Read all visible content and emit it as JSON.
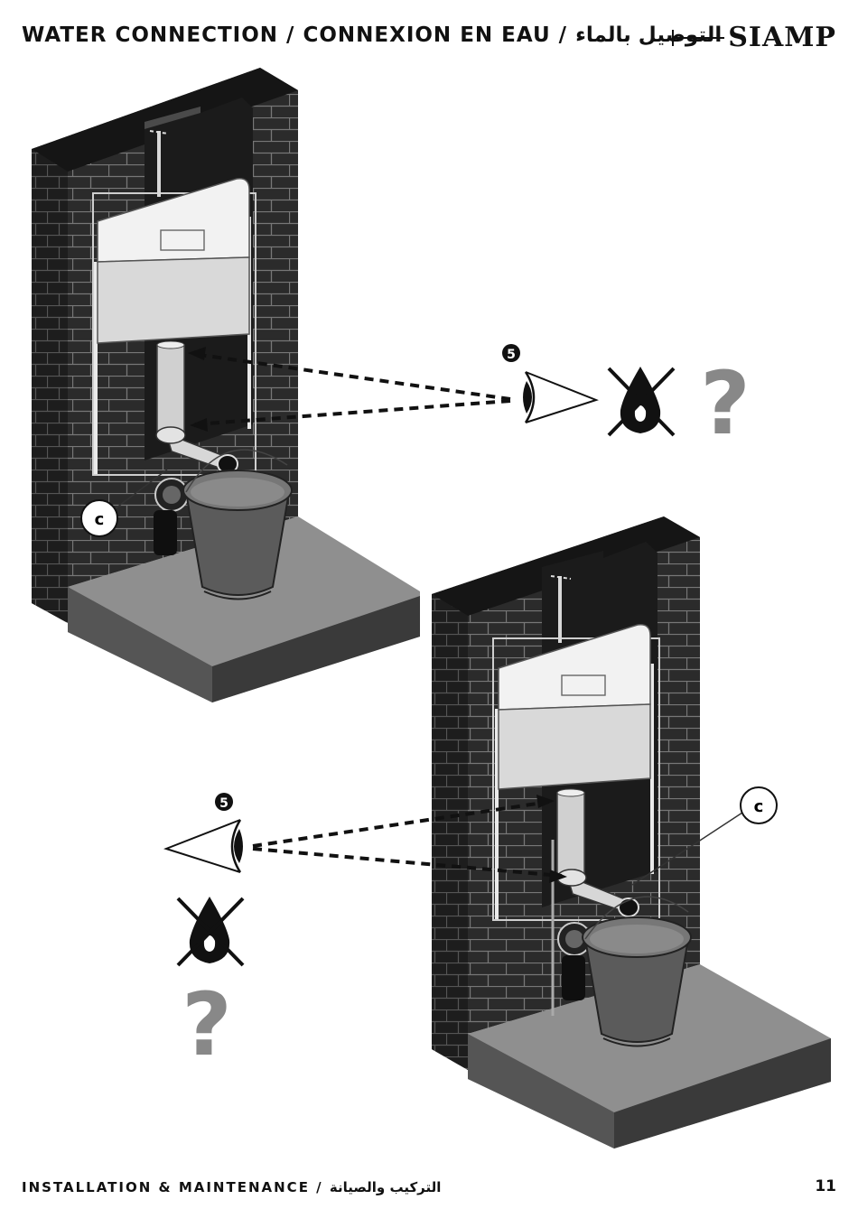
{
  "header": {
    "title": "WATER CONNECTION / CONNEXION EN EAU / التوصيل بالماء",
    "brand": "SIAMP"
  },
  "steps": {
    "top": {
      "callout_label": "c",
      "step_number": "5",
      "question_mark": "?"
    },
    "bottom": {
      "callout_label": "c",
      "step_number": "5",
      "question_mark": "?"
    }
  },
  "icons": [
    "eye-icon",
    "no-water-drop-icon",
    "question-mark-icon",
    "bucket-icon"
  ],
  "footer": {
    "label": "INSTALLATION & MAINTENANCE / التركيب والصيانة",
    "page_number": "11"
  }
}
